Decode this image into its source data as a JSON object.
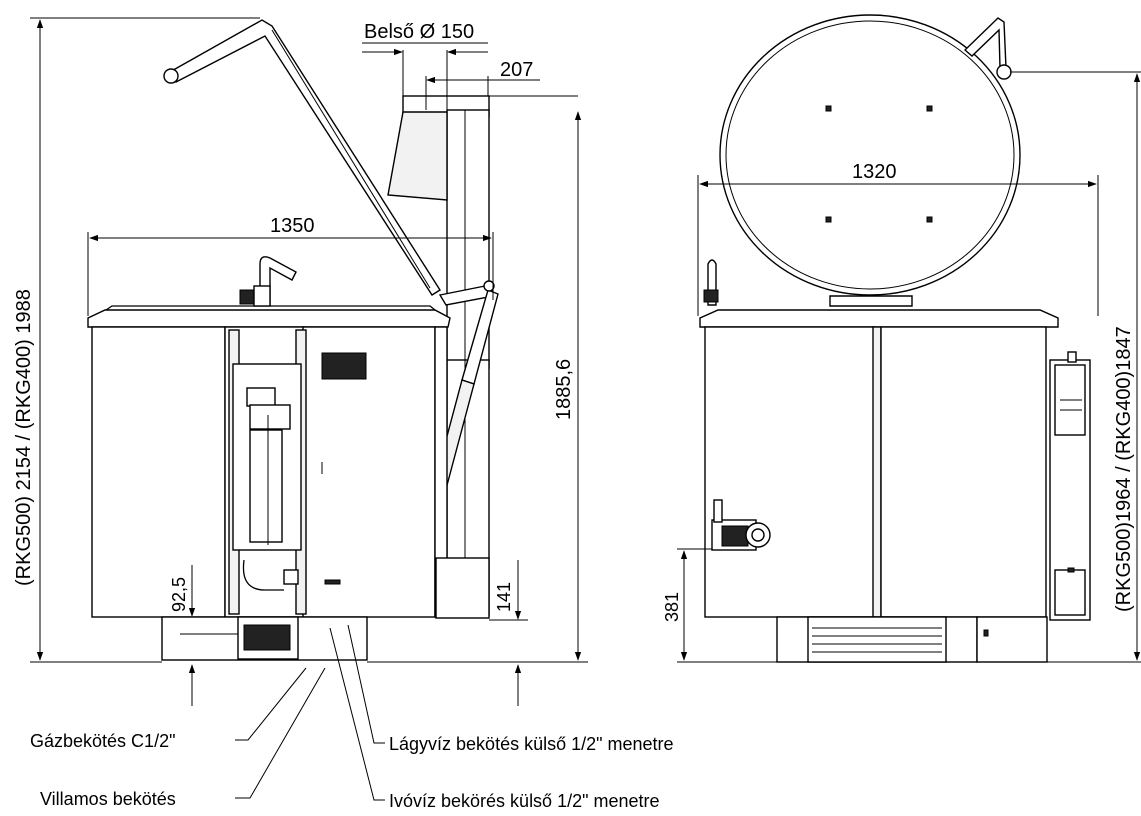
{
  "dimensions": {
    "inner_diameter": "Belső Ø 150",
    "offset_207": "207",
    "width_1350": "1350",
    "height_total": "(RKG500) 2154 / (RKG400) 1988",
    "height_1885": "1885,6",
    "height_92": "92,5",
    "height_141": "141",
    "width_1320": "1320",
    "height_right": "(RKG500)1964 / (RKG400)1847",
    "height_381": "381"
  },
  "callouts": {
    "gas": "Gázbekötés C1/2\"",
    "electric": "Villamos bekötés",
    "soft_water": "Lágyvíz bekötés külső 1/2\" menetre",
    "drinking_water": "Ivóvíz bekörés külső 1/2\" menetre"
  }
}
